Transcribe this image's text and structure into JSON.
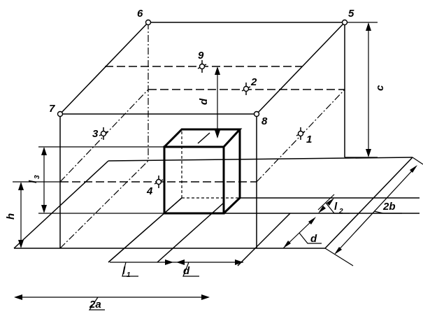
{
  "corner_points": [
    {
      "id": "5",
      "label": "5"
    },
    {
      "id": "6",
      "label": "6"
    },
    {
      "id": "7",
      "label": "7"
    },
    {
      "id": "8",
      "label": "8"
    }
  ],
  "measure_points": [
    {
      "id": "1",
      "label": "1"
    },
    {
      "id": "2",
      "label": "2"
    },
    {
      "id": "3",
      "label": "3"
    },
    {
      "id": "4",
      "label": "4"
    },
    {
      "id": "9",
      "label": "9"
    }
  ],
  "dimensions": {
    "c": "c",
    "d_vertical": "d",
    "l3": "l",
    "l3_sub": "3",
    "h": "h",
    "l2": "l",
    "l2_sub": "2",
    "d_depth": "d",
    "two_b": "2b",
    "l1": "l",
    "l1_sub": "1",
    "d_width": "d",
    "two_a": "2a"
  }
}
